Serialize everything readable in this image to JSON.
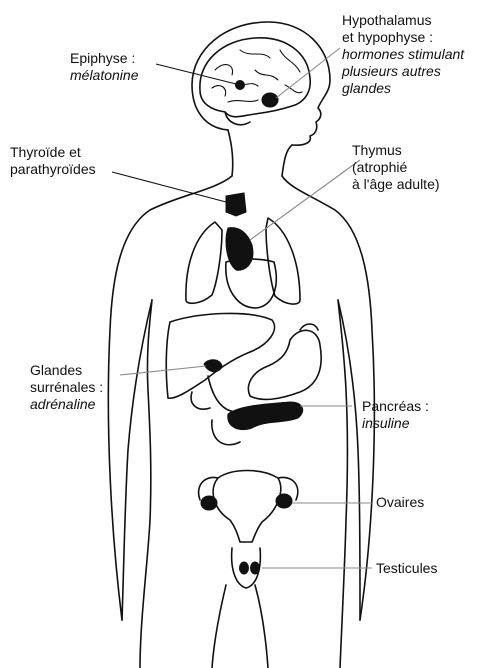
{
  "labels": {
    "epiphyse": {
      "line1": "Epiphyse :",
      "line2": "mélatonine"
    },
    "hypothalamus": {
      "line1": "Hypothalamus",
      "line2": "et hypophyse :",
      "line3": "hormones stimulant",
      "line4": "plusieurs autres",
      "line5": "glandes"
    },
    "thyroide": {
      "line1": "Thyroïde et",
      "line2": "parathyroïdes"
    },
    "thymus": {
      "line1": "Thymus",
      "line2": "(atrophié",
      "line3": "à l'âge adulte)"
    },
    "surrenales": {
      "line1": "Glandes",
      "line2": "surrénales :",
      "line3": "adrénaline"
    },
    "pancreas": {
      "line1": "Pancréas :",
      "line2": "insuline"
    },
    "ovaires": {
      "line1": "Ovaires"
    },
    "testicules": {
      "line1": "Testicules"
    }
  },
  "colors": {
    "ink": "#111111",
    "background": "#ffffff"
  }
}
